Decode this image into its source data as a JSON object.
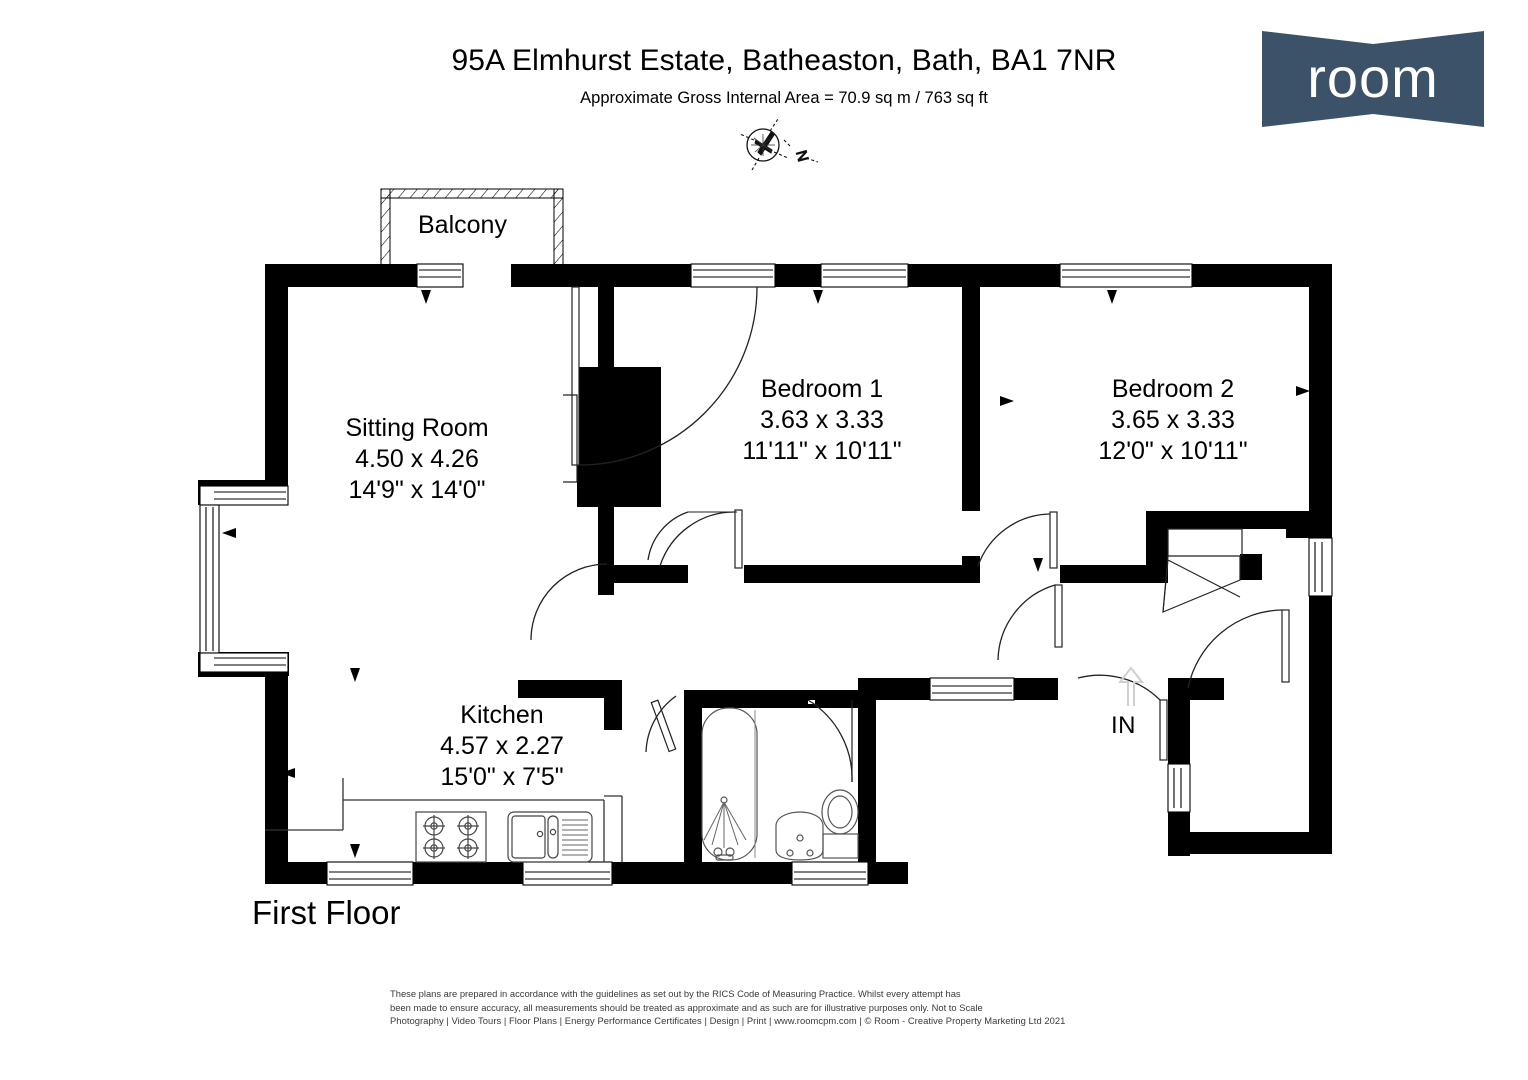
{
  "header": {
    "title": "95A Elmhurst Estate, Batheaston, Bath, BA1 7NR",
    "subtitle": "Approximate Gross Internal Area = 70.9 sq m / 763 sq ft"
  },
  "logo": {
    "text": "room",
    "brand_color": "#3b5268",
    "text_color": "#ffffff",
    "shape": "bowtie"
  },
  "compass": {
    "icon": "compass-rose-icon",
    "north_letter": "N"
  },
  "floor": {
    "name": "First Floor",
    "entrance_label": "IN"
  },
  "rooms": [
    {
      "id": "balcony",
      "name": "Balcony",
      "dim_metric": "",
      "dim_imperial": ""
    },
    {
      "id": "sitting-room",
      "name": "Sitting Room",
      "dim_metric": "4.50 x 4.26",
      "dim_imperial": "14'9\" x 14'0\""
    },
    {
      "id": "bedroom-1",
      "name": "Bedroom 1",
      "dim_metric": "3.63 x 3.33",
      "dim_imperial": "11'11\" x 10'11\""
    },
    {
      "id": "bedroom-2",
      "name": "Bedroom 2",
      "dim_metric": "3.65 x 3.33",
      "dim_imperial": "12'0\" x 10'11\""
    },
    {
      "id": "kitchen",
      "name": "Kitchen",
      "dim_metric": "4.57 x 2.27",
      "dim_imperial": "15'0\" x 7'5\""
    }
  ],
  "fixtures": [
    {
      "id": "hob",
      "name": "kitchen-hob-icon"
    },
    {
      "id": "sink",
      "name": "kitchen-sink-icon"
    },
    {
      "id": "bath",
      "name": "bathtub-icon"
    },
    {
      "id": "basin",
      "name": "wash-basin-icon"
    },
    {
      "id": "wc",
      "name": "toilet-icon"
    }
  ],
  "footer": {
    "line1": "These plans are prepared in accordance with the guidelines as set out by the RICS Code of Measuring Practice. Whilst every attempt has",
    "line2": "been made to ensure accuracy, all measurements should be treated as approximate and as such are for illustrative purposes only. Not to Scale",
    "line3": "Photography | Video Tours | Floor Plans | Energy Performance Certificates | Design | Print | www.roomcpm.com | © Room - Creative Property Marketing Ltd 2021"
  },
  "colors": {
    "wall": "#000000",
    "background": "#ffffff",
    "fixture_line": "#555555",
    "footer_text": "#3a3a3a"
  }
}
